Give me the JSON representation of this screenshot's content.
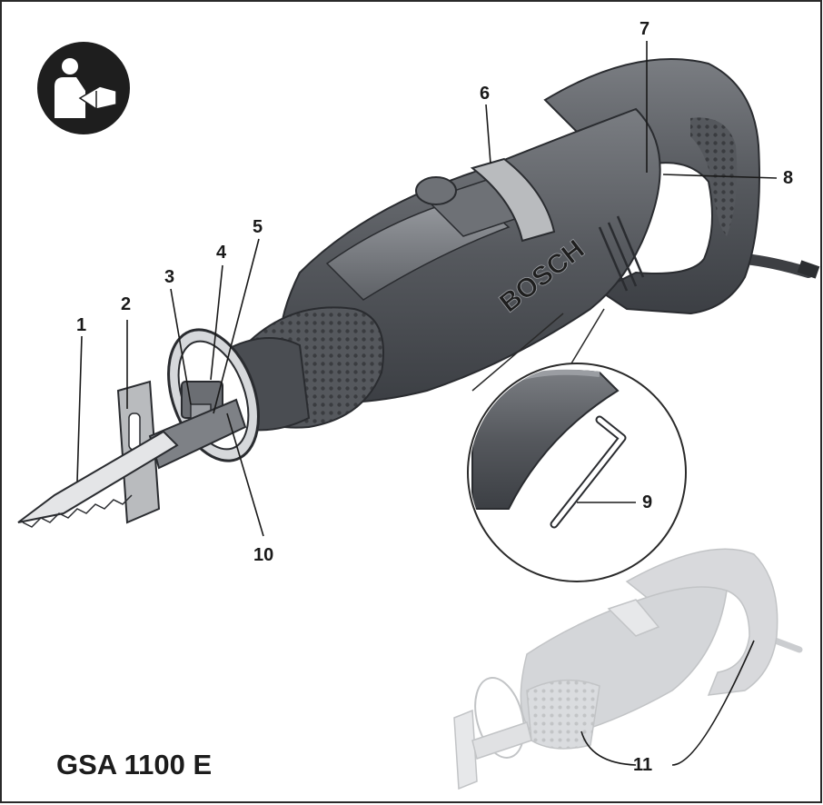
{
  "title": "GSA 1100 E",
  "brand": "BOSCH",
  "icon": "read-manual-icon",
  "callouts": [
    "1",
    "2",
    "3",
    "4",
    "5",
    "6",
    "7",
    "8",
    "9",
    "10",
    "11"
  ],
  "colors": {
    "body_dark": "#4a4d52",
    "body_mid": "#6b6e73",
    "body_light": "#8e9196",
    "grip": "#5a5d61",
    "ghost": "#cfd1d4",
    "line": "#1a1a1a"
  }
}
